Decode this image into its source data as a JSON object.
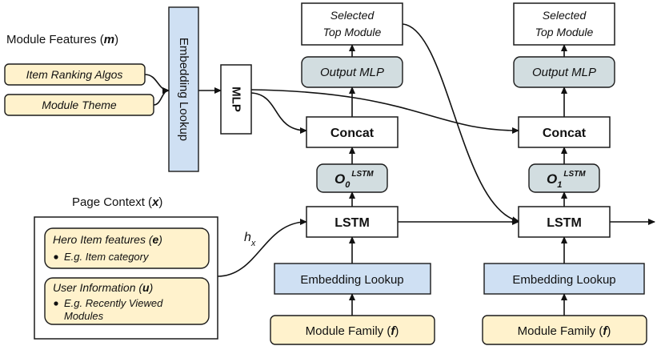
{
  "module_features": {
    "label": "Module Features (",
    "symbol": "m",
    "close": ")",
    "items": [
      "Item Ranking Algos",
      "Module Theme"
    ]
  },
  "embedding_lookup_vertical": "Embedding Lookup",
  "mlp": "MLP",
  "page_context": {
    "label": "Page Context (",
    "symbol": "x",
    "close": ")",
    "hero": {
      "title": "Hero Item features (",
      "symbol": "e",
      "close": ")",
      "bullet": "E.g. Item category"
    },
    "user": {
      "title": "User Information (",
      "symbol": "u",
      "close": ")",
      "bullet_line1": "E.g. Recently Viewed",
      "bullet_line2": "Modules"
    }
  },
  "hx": {
    "base": "h",
    "sub": "x"
  },
  "columns": [
    {
      "selected_line1": "Selected",
      "selected_line2": "Top Module",
      "output_mlp": "Output MLP",
      "concat": "Concat",
      "o_base": "O",
      "o_sub": "0",
      "o_sup": "LSTM",
      "lstm": "LSTM",
      "embedding_lookup": "Embedding Lookup",
      "module_family": "Module Family (",
      "family_symbol": "f",
      "family_close": ")"
    },
    {
      "selected_line1": "Selected",
      "selected_line2": "Top Module",
      "output_mlp": "Output MLP",
      "concat": "Concat",
      "o_base": "O",
      "o_sub": "1",
      "o_sup": "LSTM",
      "lstm": "LSTM",
      "embedding_lookup": "Embedding Lookup",
      "module_family": "Module Family (",
      "family_symbol": "f",
      "family_close": ")"
    }
  ]
}
